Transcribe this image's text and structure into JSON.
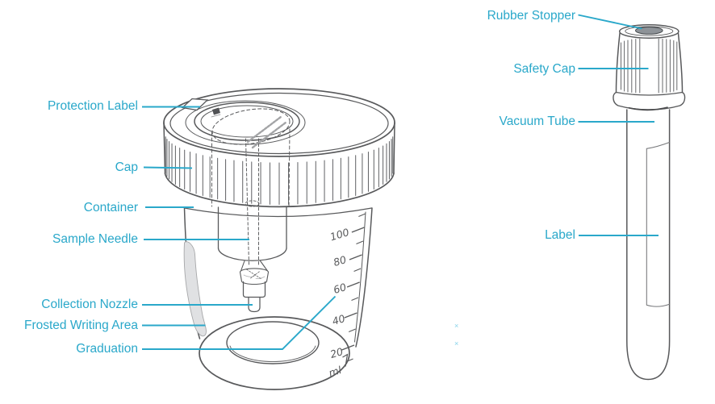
{
  "colors": {
    "accent": "#2aa8ca",
    "line": "#58595b",
    "stopper_fill": "#8e9398",
    "frosted_fill": "#e0e1e3"
  },
  "cup": {
    "callouts": {
      "protection_label": "Protection Label",
      "cap": "Cap",
      "container": "Container",
      "sample_needle": "Sample Needle",
      "collection_nozzle": "Collection Nozzle",
      "frosted_writing_area": "Frosted Writing Area",
      "graduation": "Graduation"
    },
    "scale": {
      "v100": "100",
      "v80": "80",
      "v60": "60",
      "v40": "40",
      "v20": "20",
      "unit": "ml"
    }
  },
  "tube": {
    "callouts": {
      "rubber_stopper": "Rubber Stopper",
      "safety_cap": "Safety Cap",
      "vacuum_tube": "Vacuum Tube",
      "label": "Label"
    }
  },
  "stray_marks": {
    "a": "×",
    "b": "×"
  }
}
